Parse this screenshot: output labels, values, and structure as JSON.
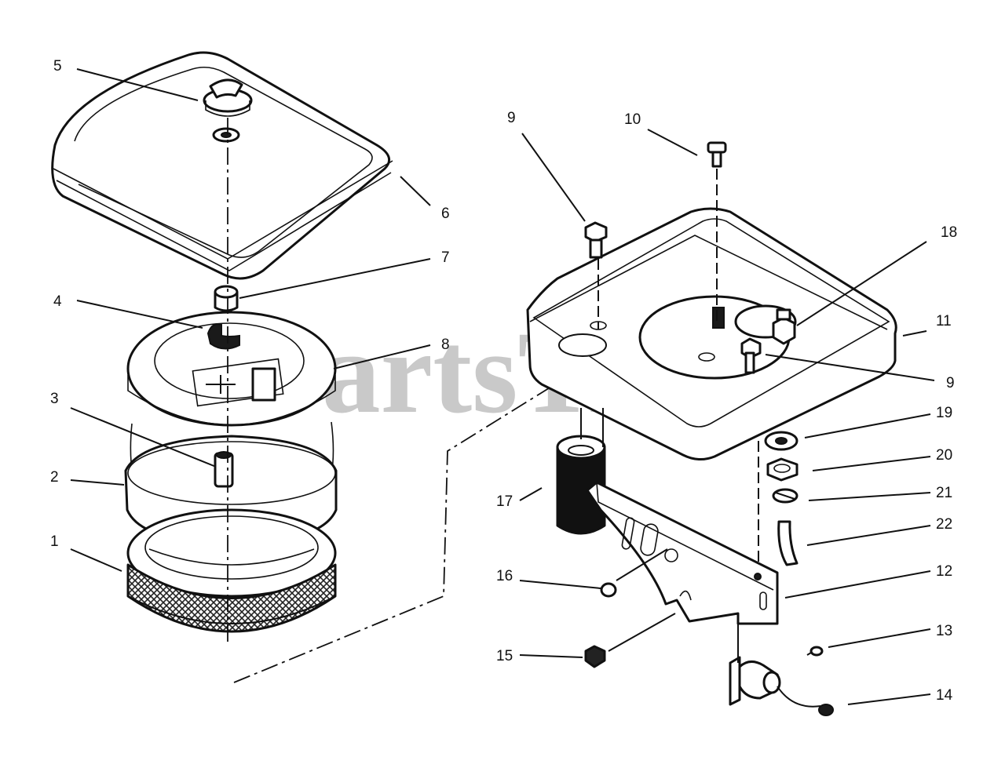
{
  "watermark": "PartsTree",
  "callouts": {
    "c1": "1",
    "c2": "2",
    "c3": "3",
    "c4": "4",
    "c5": "5",
    "c6": "6",
    "c7": "7",
    "c8": "8",
    "c9a": "9",
    "c9b": "9",
    "c10": "10",
    "c11": "11",
    "c12": "12",
    "c13": "13",
    "c14": "14",
    "c15": "15",
    "c16": "16",
    "c17": "17",
    "c18": "18",
    "c19": "19",
    "c20": "20",
    "c21": "21",
    "c22": "22"
  }
}
